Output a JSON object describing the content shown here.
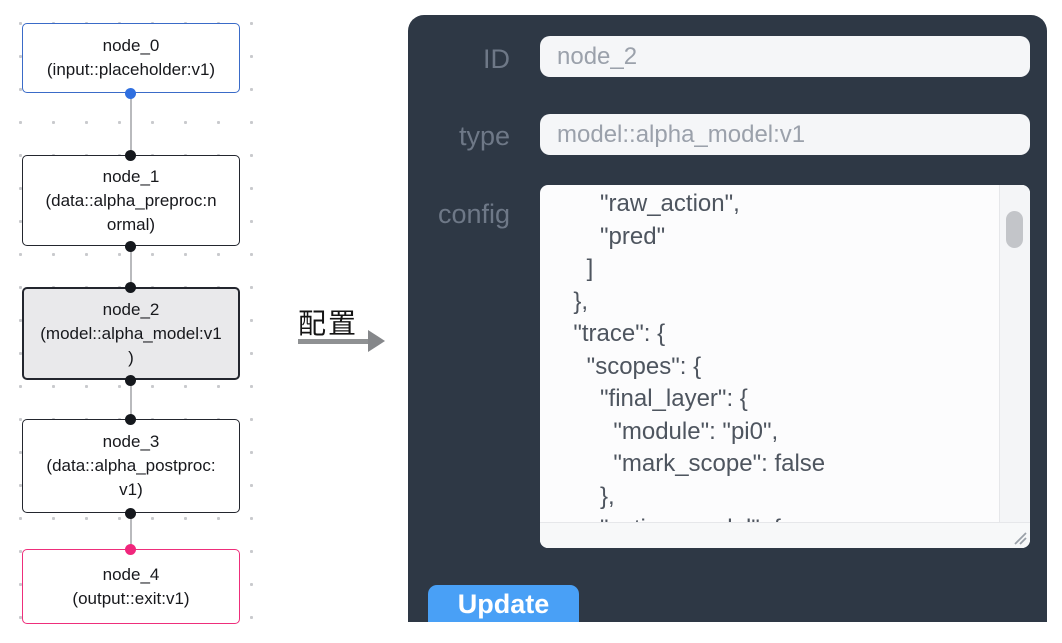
{
  "flow": {
    "selected_node": "node_2",
    "nodes": [
      {
        "title": "node_0",
        "subtitle_lines": [
          "(input::placeholder:v1)"
        ],
        "role": "input"
      },
      {
        "title": "node_1",
        "subtitle_lines": [
          "(data::alpha_preproc:n",
          "ormal)"
        ],
        "role": "data"
      },
      {
        "title": "node_2",
        "subtitle_lines": [
          "(model::alpha_model:v1",
          ")"
        ],
        "role": "model"
      },
      {
        "title": "node_3",
        "subtitle_lines": [
          "(data::alpha_postproc:",
          "v1)"
        ],
        "role": "data"
      },
      {
        "title": "node_4",
        "subtitle_lines": [
          "(output::exit:v1)"
        ],
        "role": "output"
      }
    ],
    "colors": {
      "input_node_border": "#3a6bc8",
      "default_node_border": "#23262e",
      "output_node_border": "#ee2e7b",
      "selected_node_bg": "#e9e9eb",
      "input_port": "#2f6fe0",
      "default_port": "#15181d",
      "output_port": "#f0267c",
      "edge": "#b9babd"
    }
  },
  "transition": {
    "label": "配置"
  },
  "panel": {
    "bg_color": "#2e3845",
    "accent_color": "#49a0f6",
    "fields": {
      "id": {
        "label": "ID",
        "value": "node_2"
      },
      "type": {
        "label": "type",
        "value": "model::alpha_model:v1"
      },
      "config": {
        "label": "config",
        "visible_lines": [
          "      \"raw_action\",",
          "      \"pred\"",
          "    ]",
          "  },",
          "  \"trace\": {",
          "    \"scopes\": {",
          "      \"final_layer\": {",
          "        \"module\": \"pi0\",",
          "        \"mark_scope\": false",
          "      },",
          "      \"action_model\": {"
        ]
      }
    },
    "update_button": {
      "label": "Update"
    }
  }
}
